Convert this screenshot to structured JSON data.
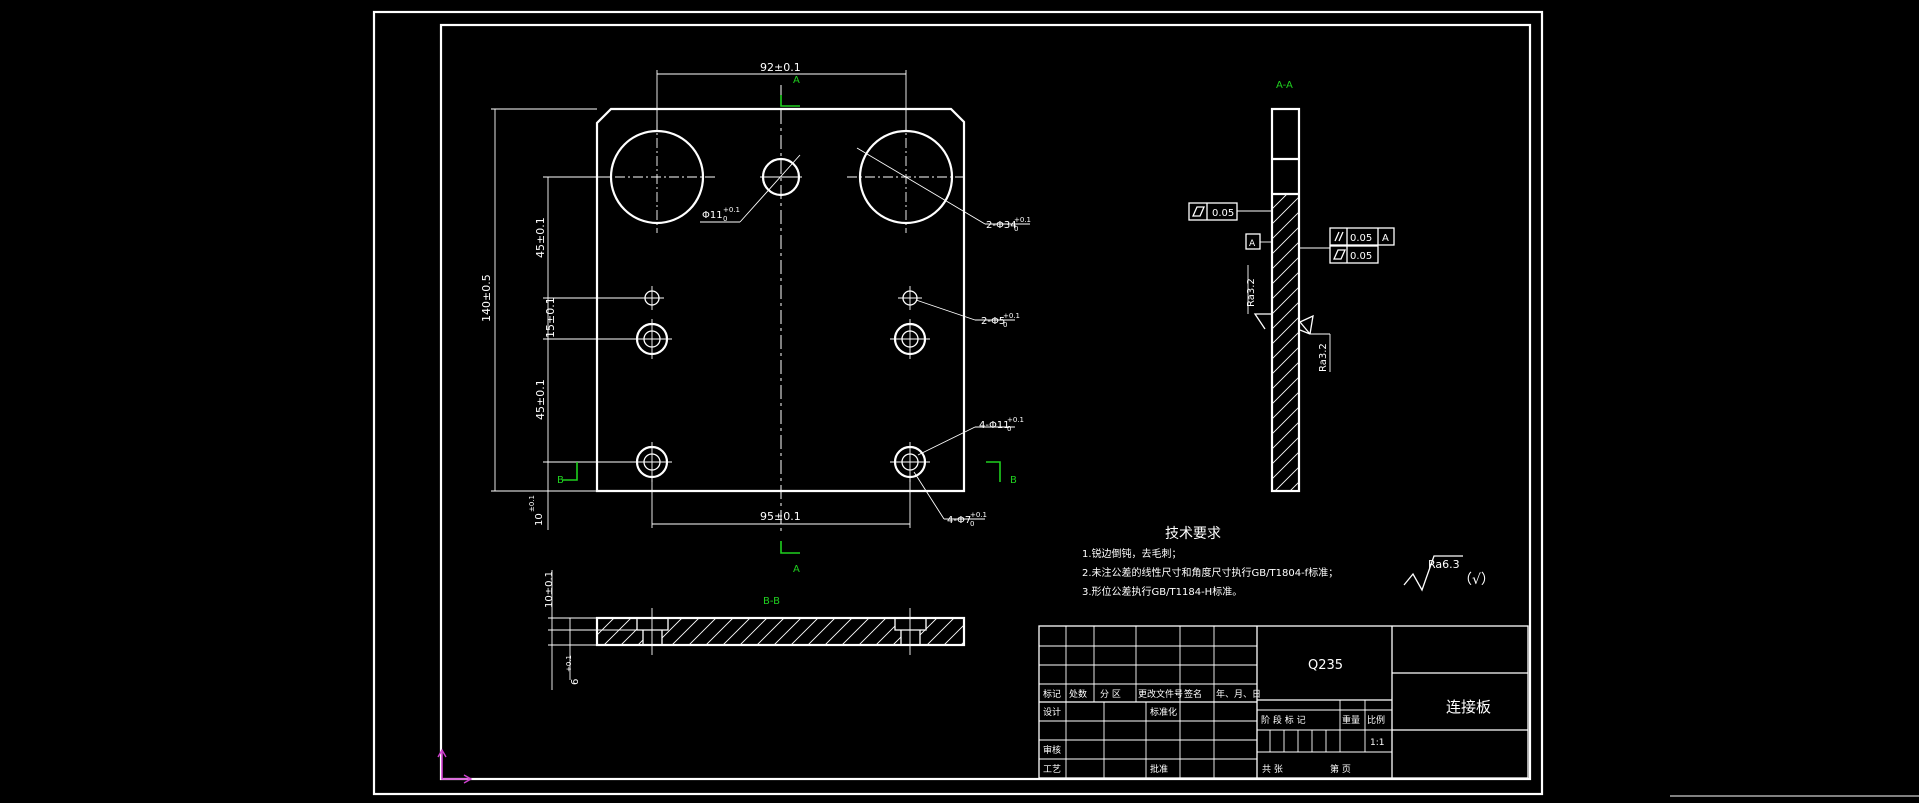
{
  "colors": {
    "background": "#000000",
    "line": "#ffffff",
    "section_marker": "#1fd01f",
    "ucs_icon": "#d040d0"
  },
  "front_view": {
    "dim_top": "92±0.1",
    "dim_bottom": "95±0.1",
    "dim_height": "140±0.5",
    "dim_upper": "45±0.1",
    "dim_middle": "15±0.1",
    "dim_lower": "45±0.1",
    "dim_edge": "10",
    "dim_edge_tol": "±0.1",
    "hole_small": "Φ11",
    "hole_big": "2-Φ34",
    "hole_pin": "2-Φ5",
    "hole_cb_big": "4-Φ11",
    "hole_cb_small": "4-Φ7",
    "tol_upper": "+0.1",
    "tol_lower": "0",
    "section_a": "A",
    "section_b": "B"
  },
  "section_aa": {
    "title": "A-A",
    "flatness_1": "0.05",
    "parallel_value": "0.05",
    "parallel_datum": "A",
    "flatness_2": "0.05",
    "datum": "A",
    "roughness_left": "Ra3.2",
    "roughness_right": "Ra3.2"
  },
  "section_bb": {
    "title": "B-B",
    "dim_thickness": "10±0.1",
    "dim_depth": "6",
    "dim_depth_tol": "+0.1"
  },
  "tech_requirements": {
    "title": "技术要求",
    "items": [
      "1.锐边倒钝，去毛刺；",
      "2.未注公差的线性尺寸和角度尺寸执行GB/T1804-f标准；",
      "3.形位公差执行GB/T1184-H标准。"
    ]
  },
  "roughness_general": {
    "value": "Ra6.3",
    "suffix": "（√）"
  },
  "title_block": {
    "material": "Q235",
    "part_name": "连接板",
    "row_labels": [
      "标记",
      "处数",
      "分 区",
      "更改文件号",
      "签名",
      "年、月、日"
    ],
    "design": "设计",
    "standardize": "标准化",
    "review": "审核",
    "process": "工艺",
    "approve": "批准",
    "stage_headers": [
      "阶 段 标 记",
      "重量",
      "比例"
    ],
    "scale": "1:1",
    "sheets_total": "共   张",
    "sheet_no": "第   页"
  }
}
